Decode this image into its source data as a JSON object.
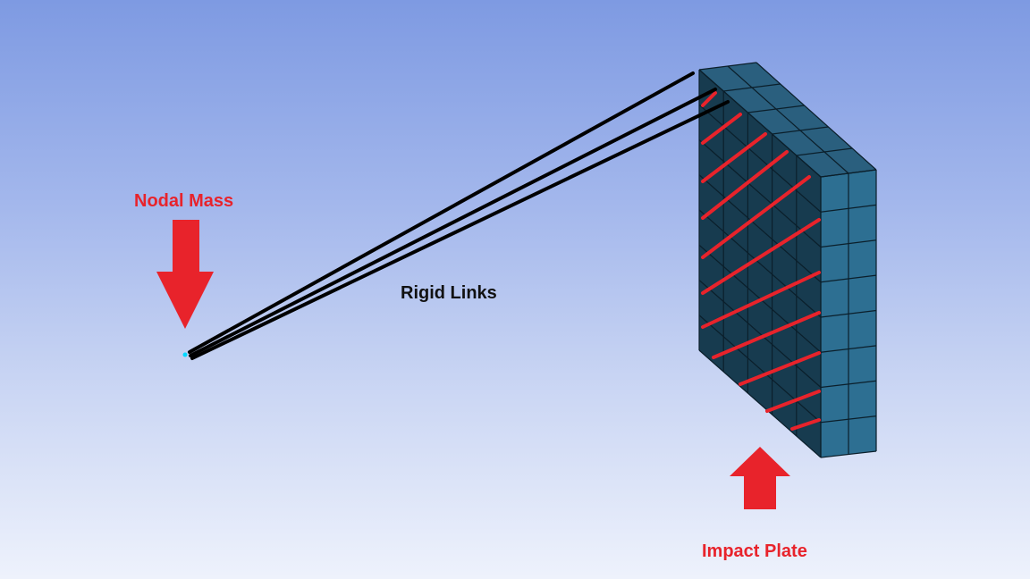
{
  "labels": {
    "nodal_mass": "Nodal Mass",
    "rigid_links": "Rigid Links",
    "impact_plate": "Impact Plate"
  },
  "colors": {
    "background_top": "#7e9ae2",
    "background_bottom": "#eef2fc",
    "annotation_red": "#e8232b",
    "link_black": "#000000",
    "mesh_face": "#2d6f92",
    "mesh_top": "#2a5f7e",
    "mesh_back": "#173b4f",
    "mesh_edge": "#0b1f2b",
    "node_point": "#00d8ff"
  },
  "icons": {
    "mass_arrow": "down-arrow-icon",
    "plate_arrow": "up-arrow-icon"
  }
}
